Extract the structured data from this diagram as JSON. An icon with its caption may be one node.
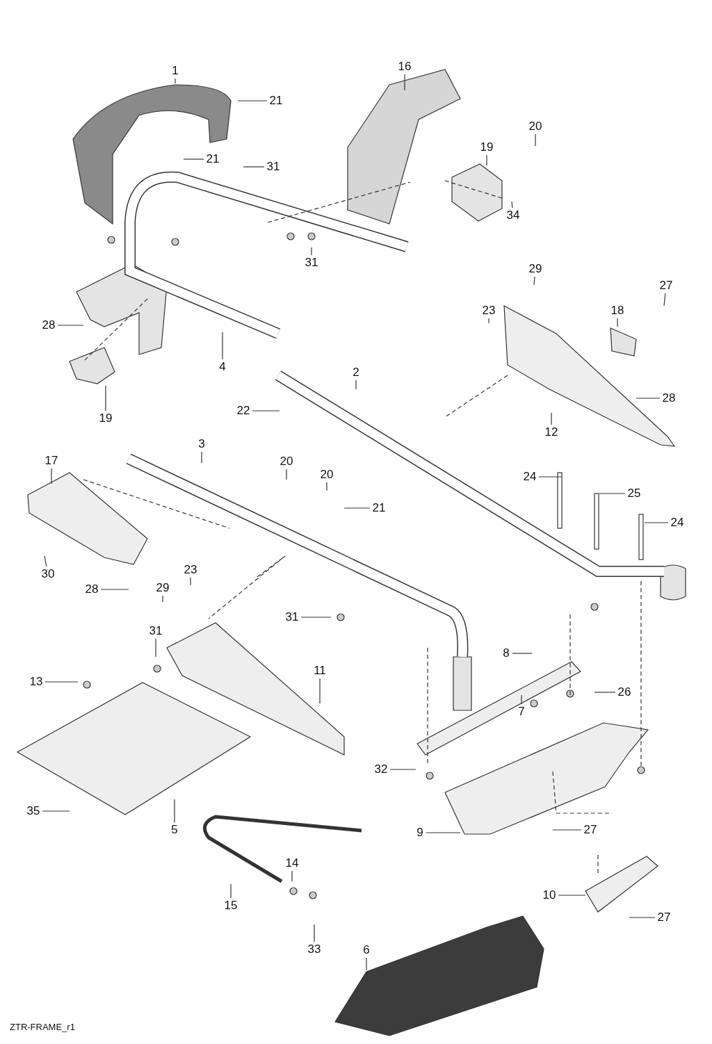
{
  "diagram": {
    "nodes": [
      {
        "text": [
          "1"
        ]
      },
      {
        "text": [
          "16"
        ]
      },
      {
        "text": [
          "21"
        ]
      },
      {
        "text": [
          "20"
        ]
      },
      {
        "text": [
          "21"
        ]
      },
      {
        "text": [
          "31"
        ]
      },
      {
        "text": [
          "19"
        ]
      },
      {
        "text": [
          "34"
        ]
      },
      {
        "text": [
          "31"
        ]
      },
      {
        "text": [
          "29"
        ]
      },
      {
        "text": [
          "27"
        ]
      },
      {
        "text": [
          "23"
        ]
      },
      {
        "text": [
          "18"
        ]
      },
      {
        "text": [
          "28"
        ]
      },
      {
        "text": [
          "4"
        ]
      },
      {
        "text": [
          "2"
        ]
      },
      {
        "text": [
          "19"
        ]
      },
      {
        "text": [
          "22"
        ]
      },
      {
        "text": [
          "28"
        ]
      },
      {
        "text": [
          "12"
        ]
      },
      {
        "text": [
          "17"
        ]
      },
      {
        "text": [
          "3"
        ]
      },
      {
        "text": [
          "20"
        ]
      },
      {
        "text": [
          "20"
        ]
      },
      {
        "text": [
          "24"
        ]
      },
      {
        "text": [
          "25"
        ]
      },
      {
        "text": [
          "21"
        ]
      },
      {
        "text": [
          "24"
        ]
      },
      {
        "text": [
          "30"
        ]
      },
      {
        "text": [
          "29"
        ]
      },
      {
        "text": [
          "23"
        ]
      },
      {
        "text": [
          "28"
        ]
      },
      {
        "text": [
          "31"
        ]
      },
      {
        "text": [
          "31"
        ]
      },
      {
        "text": [
          "8"
        ]
      },
      {
        "text": [
          "11"
        ]
      },
      {
        "text": [
          "13"
        ]
      },
      {
        "text": [
          "26"
        ]
      },
      {
        "text": [
          "7"
        ]
      },
      {
        "text": [
          "32"
        ]
      },
      {
        "text": [
          "35"
        ]
      },
      {
        "text": [
          "5"
        ]
      },
      {
        "text": [
          "9"
        ]
      },
      {
        "text": [
          "27"
        ]
      },
      {
        "text": [
          "14"
        ]
      },
      {
        "text": [
          "10"
        ]
      },
      {
        "text": [
          "15"
        ]
      },
      {
        "text": [
          "27"
        ]
      },
      {
        "text": [
          "33"
        ]
      },
      {
        "text": [
          "6"
        ]
      }
    ],
    "edges": [
      {
        "from": 0,
        "to": null,
        "arrow": "none"
      },
      {
        "from": 1,
        "to": null,
        "arrow": "none"
      },
      {
        "from": 2,
        "to": null,
        "arrow": "none"
      },
      {
        "from": 3,
        "to": null,
        "arrow": "none"
      },
      {
        "from": 4,
        "to": null,
        "arrow": "none"
      },
      {
        "from": 5,
        "to": null,
        "arrow": "none"
      },
      {
        "from": 6,
        "to": null,
        "arrow": "none"
      },
      {
        "from": 7,
        "to": null,
        "arrow": "none"
      },
      {
        "from": 8,
        "to": null,
        "arrow": "none"
      },
      {
        "from": 9,
        "to": null,
        "arrow": "none"
      },
      {
        "from": 10,
        "to": null,
        "arrow": "none"
      },
      {
        "from": 11,
        "to": null,
        "arrow": "none"
      },
      {
        "from": 12,
        "to": null,
        "arrow": "none"
      },
      {
        "from": 13,
        "to": null,
        "arrow": "none"
      },
      {
        "from": 14,
        "to": null,
        "arrow": "none"
      },
      {
        "from": 15,
        "to": null,
        "arrow": "none"
      },
      {
        "from": 16,
        "to": null,
        "arrow": "none"
      },
      {
        "from": 17,
        "to": null,
        "arrow": "none"
      },
      {
        "from": 18,
        "to": null,
        "arrow": "none"
      },
      {
        "from": 19,
        "to": null,
        "arrow": "none"
      },
      {
        "from": 20,
        "to": null,
        "arrow": "none"
      },
      {
        "from": 21,
        "to": null,
        "arrow": "none"
      },
      {
        "from": 22,
        "to": null,
        "arrow": "none"
      },
      {
        "from": 23,
        "to": null,
        "arrow": "none"
      },
      {
        "from": 24,
        "to": null,
        "arrow": "none"
      },
      {
        "from": 25,
        "to": null,
        "arrow": "none"
      },
      {
        "from": 26,
        "to": null,
        "arrow": "none"
      },
      {
        "from": 27,
        "to": null,
        "arrow": "none"
      },
      {
        "from": 28,
        "to": null,
        "arrow": "none"
      },
      {
        "from": 29,
        "to": null,
        "arrow": "none"
      },
      {
        "from": 30,
        "to": null,
        "arrow": "none"
      },
      {
        "from": 31,
        "to": null,
        "arrow": "none"
      },
      {
        "from": 32,
        "to": null,
        "arrow": "none"
      },
      {
        "from": 33,
        "to": null,
        "arrow": "none"
      },
      {
        "from": 34,
        "to": null,
        "arrow": "none"
      },
      {
        "from": 35,
        "to": null,
        "arrow": "none"
      },
      {
        "from": 36,
        "to": null,
        "arrow": "none"
      },
      {
        "from": 37,
        "to": null,
        "arrow": "none"
      },
      {
        "from": 38,
        "to": null,
        "arrow": "none"
      },
      {
        "from": 39,
        "to": null,
        "arrow": "none"
      },
      {
        "from": 40,
        "to": null,
        "arrow": "none"
      },
      {
        "from": 41,
        "to": null,
        "arrow": "none"
      },
      {
        "from": 42,
        "to": null,
        "arrow": "none"
      },
      {
        "from": 43,
        "to": null,
        "arrow": "none"
      },
      {
        "from": 44,
        "to": null,
        "arrow": "none"
      },
      {
        "from": 45,
        "to": null,
        "arrow": "none"
      },
      {
        "from": 46,
        "to": null,
        "arrow": "none"
      },
      {
        "from": 47,
        "to": null,
        "arrow": "none"
      },
      {
        "from": 48,
        "to": null,
        "arrow": "none"
      },
      {
        "from": 49,
        "to": null,
        "arrow": "none"
      }
    ],
    "labels": [
      "ZTR-FRAME_r1"
    ]
  }
}
